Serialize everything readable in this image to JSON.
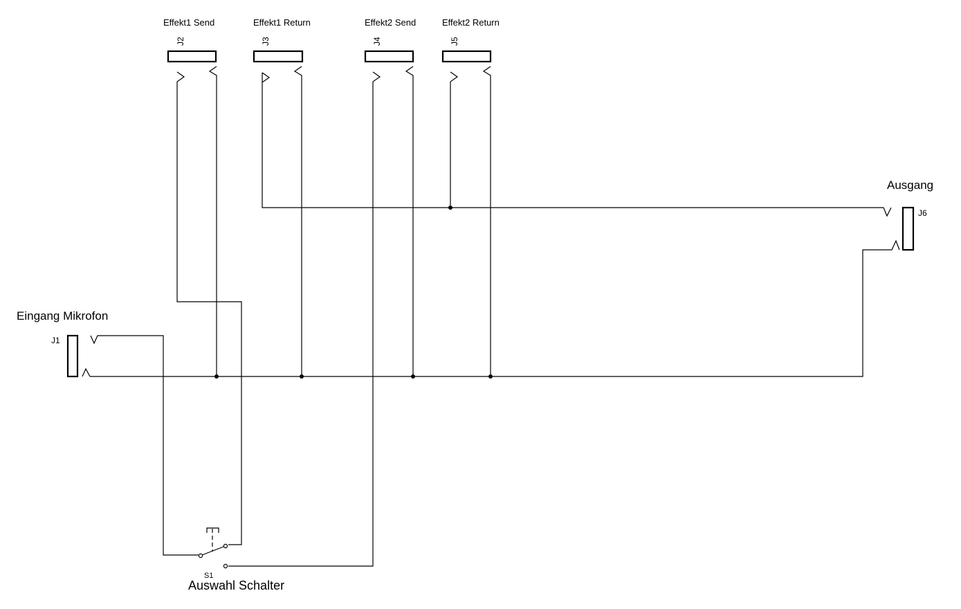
{
  "title": "",
  "jacks": {
    "j1": {
      "ref": "J1",
      "label": "Eingang Mikrofon"
    },
    "j2": {
      "ref": "J2",
      "label": "Effekt1 Send"
    },
    "j3": {
      "ref": "J3",
      "label": "Effekt1 Return"
    },
    "j4": {
      "ref": "J4",
      "label": "Effekt2 Send"
    },
    "j5": {
      "ref": "J5",
      "label": "Effekt2 Return"
    },
    "j6": {
      "ref": "J6",
      "label": "Ausgang"
    }
  },
  "switch": {
    "ref": "S1",
    "label": "Auswahl Schalter"
  },
  "colors": {
    "line": "#000000",
    "background": "#ffffff"
  }
}
